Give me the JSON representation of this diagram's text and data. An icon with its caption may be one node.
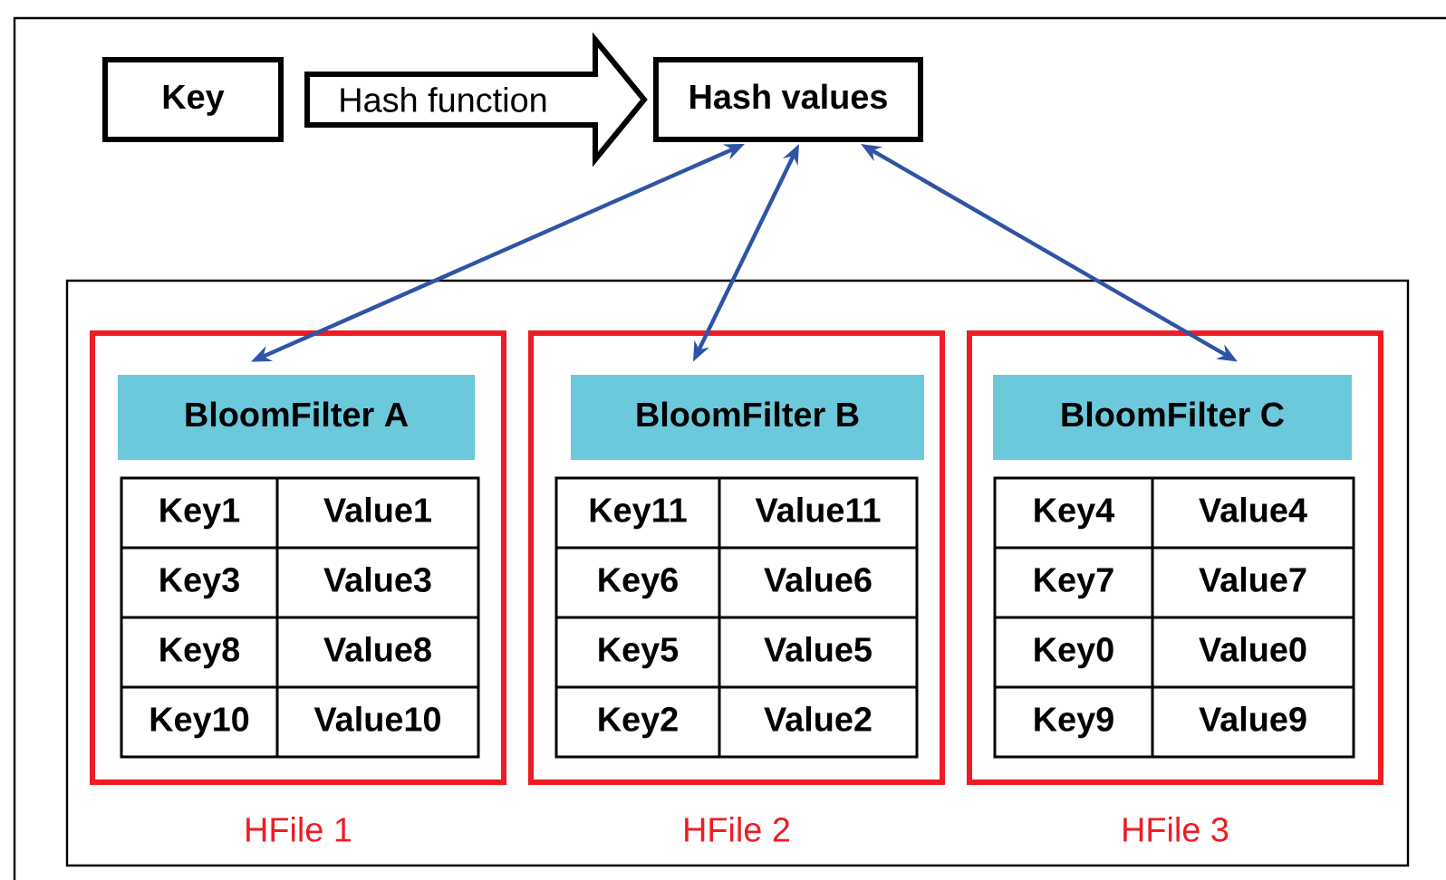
{
  "diagram": {
    "nodes": [
      {
        "text": [
          "Key"
        ]
      },
      {
        "text": [
          "Hash values"
        ]
      },
      {
        "text": [],
        "shape": "box"
      },
      {
        "text": [],
        "shape": "box",
        "in": 2,
        "beside": [
          "HFile 1"
        ]
      },
      {
        "text": [
          "BloomFilter A"
        ],
        "in": 3
      },
      {
        "text": [],
        "shape": "box",
        "in": 2,
        "beside": [
          "HFile 2"
        ]
      },
      {
        "text": [
          "BloomFilter B"
        ],
        "in": 5
      },
      {
        "text": [],
        "shape": "box",
        "in": 2,
        "beside": [
          "HFile 3"
        ]
      },
      {
        "text": [
          "BloomFilter C"
        ],
        "in": 7
      }
    ],
    "edges": [
      {
        "from": 0,
        "to": 1,
        "arrow": "to",
        "label": "Hash function",
        "color": "#000000"
      },
      {
        "from": 1,
        "to": 4,
        "arrow": "both"
      },
      {
        "from": 1,
        "to": 6,
        "arrow": "both"
      },
      {
        "from": 1,
        "to": 8,
        "arrow": "both"
      }
    ],
    "labels": [
      "Key1",
      "Value1",
      "Key3",
      "Value3",
      "Key8",
      "Value8",
      "Key10",
      "Value10",
      "Key11",
      "Value11",
      "Key6",
      "Value6",
      "Key5",
      "Value5",
      "Key2",
      "Value2",
      "Key4",
      "Value4",
      "Key7",
      "Value7",
      "Key0",
      "Value0",
      "Key9",
      "Value9"
    ]
  }
}
